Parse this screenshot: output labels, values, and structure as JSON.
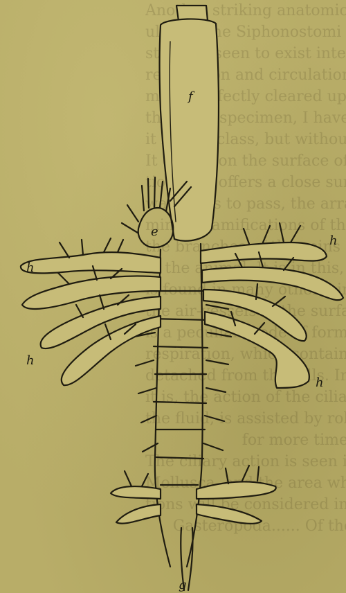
{
  "figure": {
    "labels": {
      "f": "f",
      "e_top": "e",
      "h_left": "h",
      "h_right": "h",
      "h_lower_left": "h",
      "h_lower_right": "h",
      "g": "g"
    }
  },
  "bleed_through_text": [
    "Another striking anatomical pec-",
    "uliar to the Siphonostomi of the same",
    "stoma is seen to exist internally in",
    "respiration and circulation. Neither",
    "me is perfectly cleared up in its anato-",
    "the fresh specimen, I have repeatedly ex-",
    "it in that class, but without success.",
    "It occurs on the surface of the respira-",
    "tion, and offers a close surface over wh-",
    "water has to pass, the arrangement of",
    "minute ramifications of the respiratory chamber,",
    "the branches of the veins and arteries,",
    "of the animal. It is in this, the same",
    "is found in many others, in the uniform",
    "the air-vessels of the surface. In",
    "is a peculiar mode of forming a reservoir",
    "respiration, which contains the same in part",
    "detached from the gills. In salt-water",
    "it is, the action of the cilia and lamellae",
    "the fluid, is assisted by rolling",
    "for more time.",
    "The ciliary action is seen in the cavity",
    "Mollusca, and the area which the",
    "tions will be considered in the next section.",
    "Gasteropoda...... Of the"
  ]
}
